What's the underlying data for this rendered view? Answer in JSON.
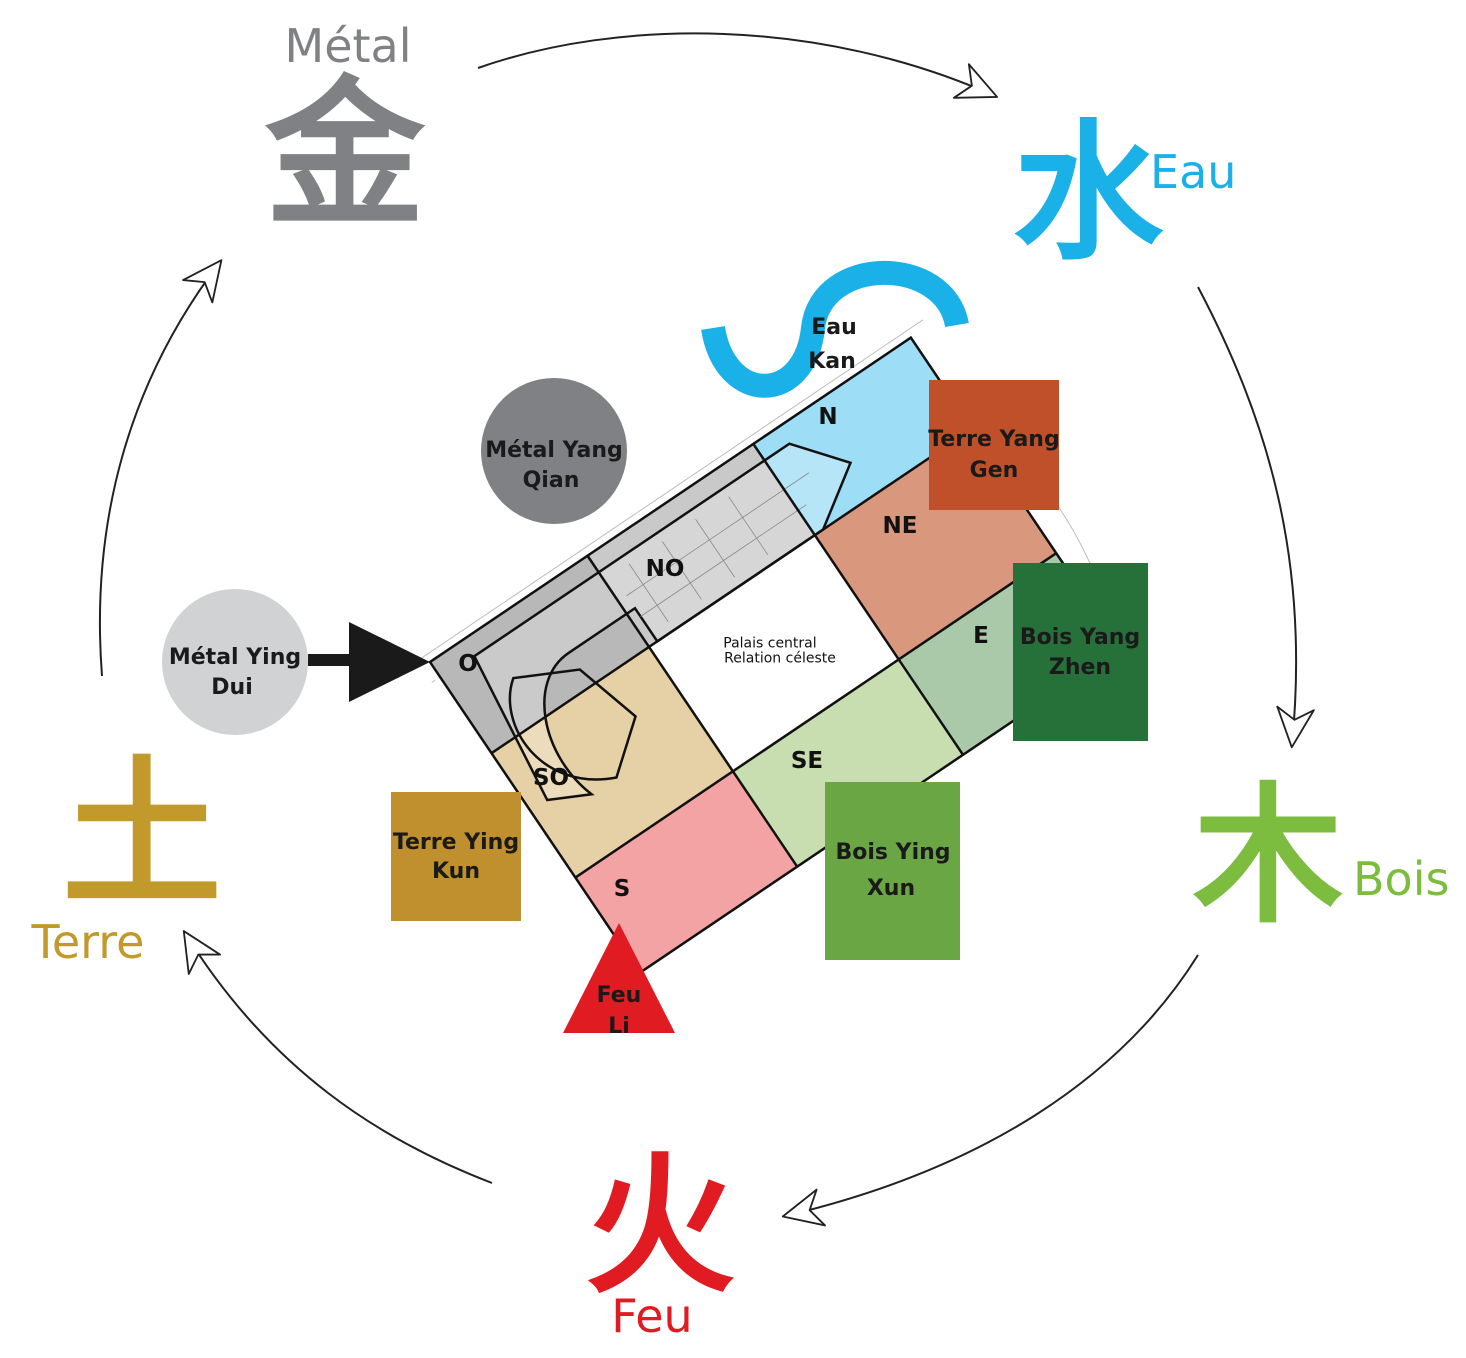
{
  "elements": {
    "metal": {
      "word": "Métal",
      "hanzi": "金",
      "color": "#808184"
    },
    "water": {
      "word": "Eau",
      "hanzi": "水",
      "color": "#1ab0e8"
    },
    "wood": {
      "word": "Bois",
      "hanzi": "木",
      "color": "#7cbc3f"
    },
    "fire": {
      "word": "Feu",
      "hanzi": "火",
      "color": "#e11b22"
    },
    "earth": {
      "word": "Terre",
      "hanzi": "土",
      "color": "#c29a2c"
    }
  },
  "symbols": {
    "metal_yang": {
      "line1": "Métal Yang",
      "line2": "Qian",
      "color": "#808184"
    },
    "metal_ying": {
      "line1": "Métal Ying",
      "line2": "Dui",
      "color": "#d1d2d4"
    },
    "water_kan": {
      "line1": "Eau",
      "line2": "Kan",
      "color": "#1ab0e8"
    },
    "earth_yang": {
      "line1": "Terre Yang",
      "line2": "Gen",
      "color": "#c0502a"
    },
    "wood_yang": {
      "line1": "Bois Yang",
      "line2": "Zhen",
      "color": "#26703a"
    },
    "wood_ying": {
      "line1": "Bois Ying",
      "line2": "Xun",
      "color": "#6aa744"
    },
    "earth_ying": {
      "line1": "Terre Ying",
      "line2": "Kun",
      "color": "#bf902d"
    },
    "fire_li": {
      "line1": "Feu",
      "line2": "Li",
      "color": "#e11b22"
    }
  },
  "grid": {
    "center_line1": "Palais central",
    "center_line2": "Relation céleste",
    "cells": {
      "N": {
        "label": "N",
        "color": "#9dddf5"
      },
      "NE": {
        "label": "NE",
        "color": "#d9987e"
      },
      "E": {
        "label": "E",
        "color": "#a9c9a8"
      },
      "SE": {
        "label": "SE",
        "color": "#c9deb0"
      },
      "S": {
        "label": "S",
        "color": "#f4a3a4"
      },
      "SO": {
        "label": "SO",
        "color": "#e6d0a5"
      },
      "O": {
        "label": "O",
        "color": "#b8b8b8"
      },
      "NO": {
        "label": "NO",
        "color": "#c9c9c9"
      },
      "C": {
        "label": "",
        "color": "#ffffff"
      }
    }
  }
}
